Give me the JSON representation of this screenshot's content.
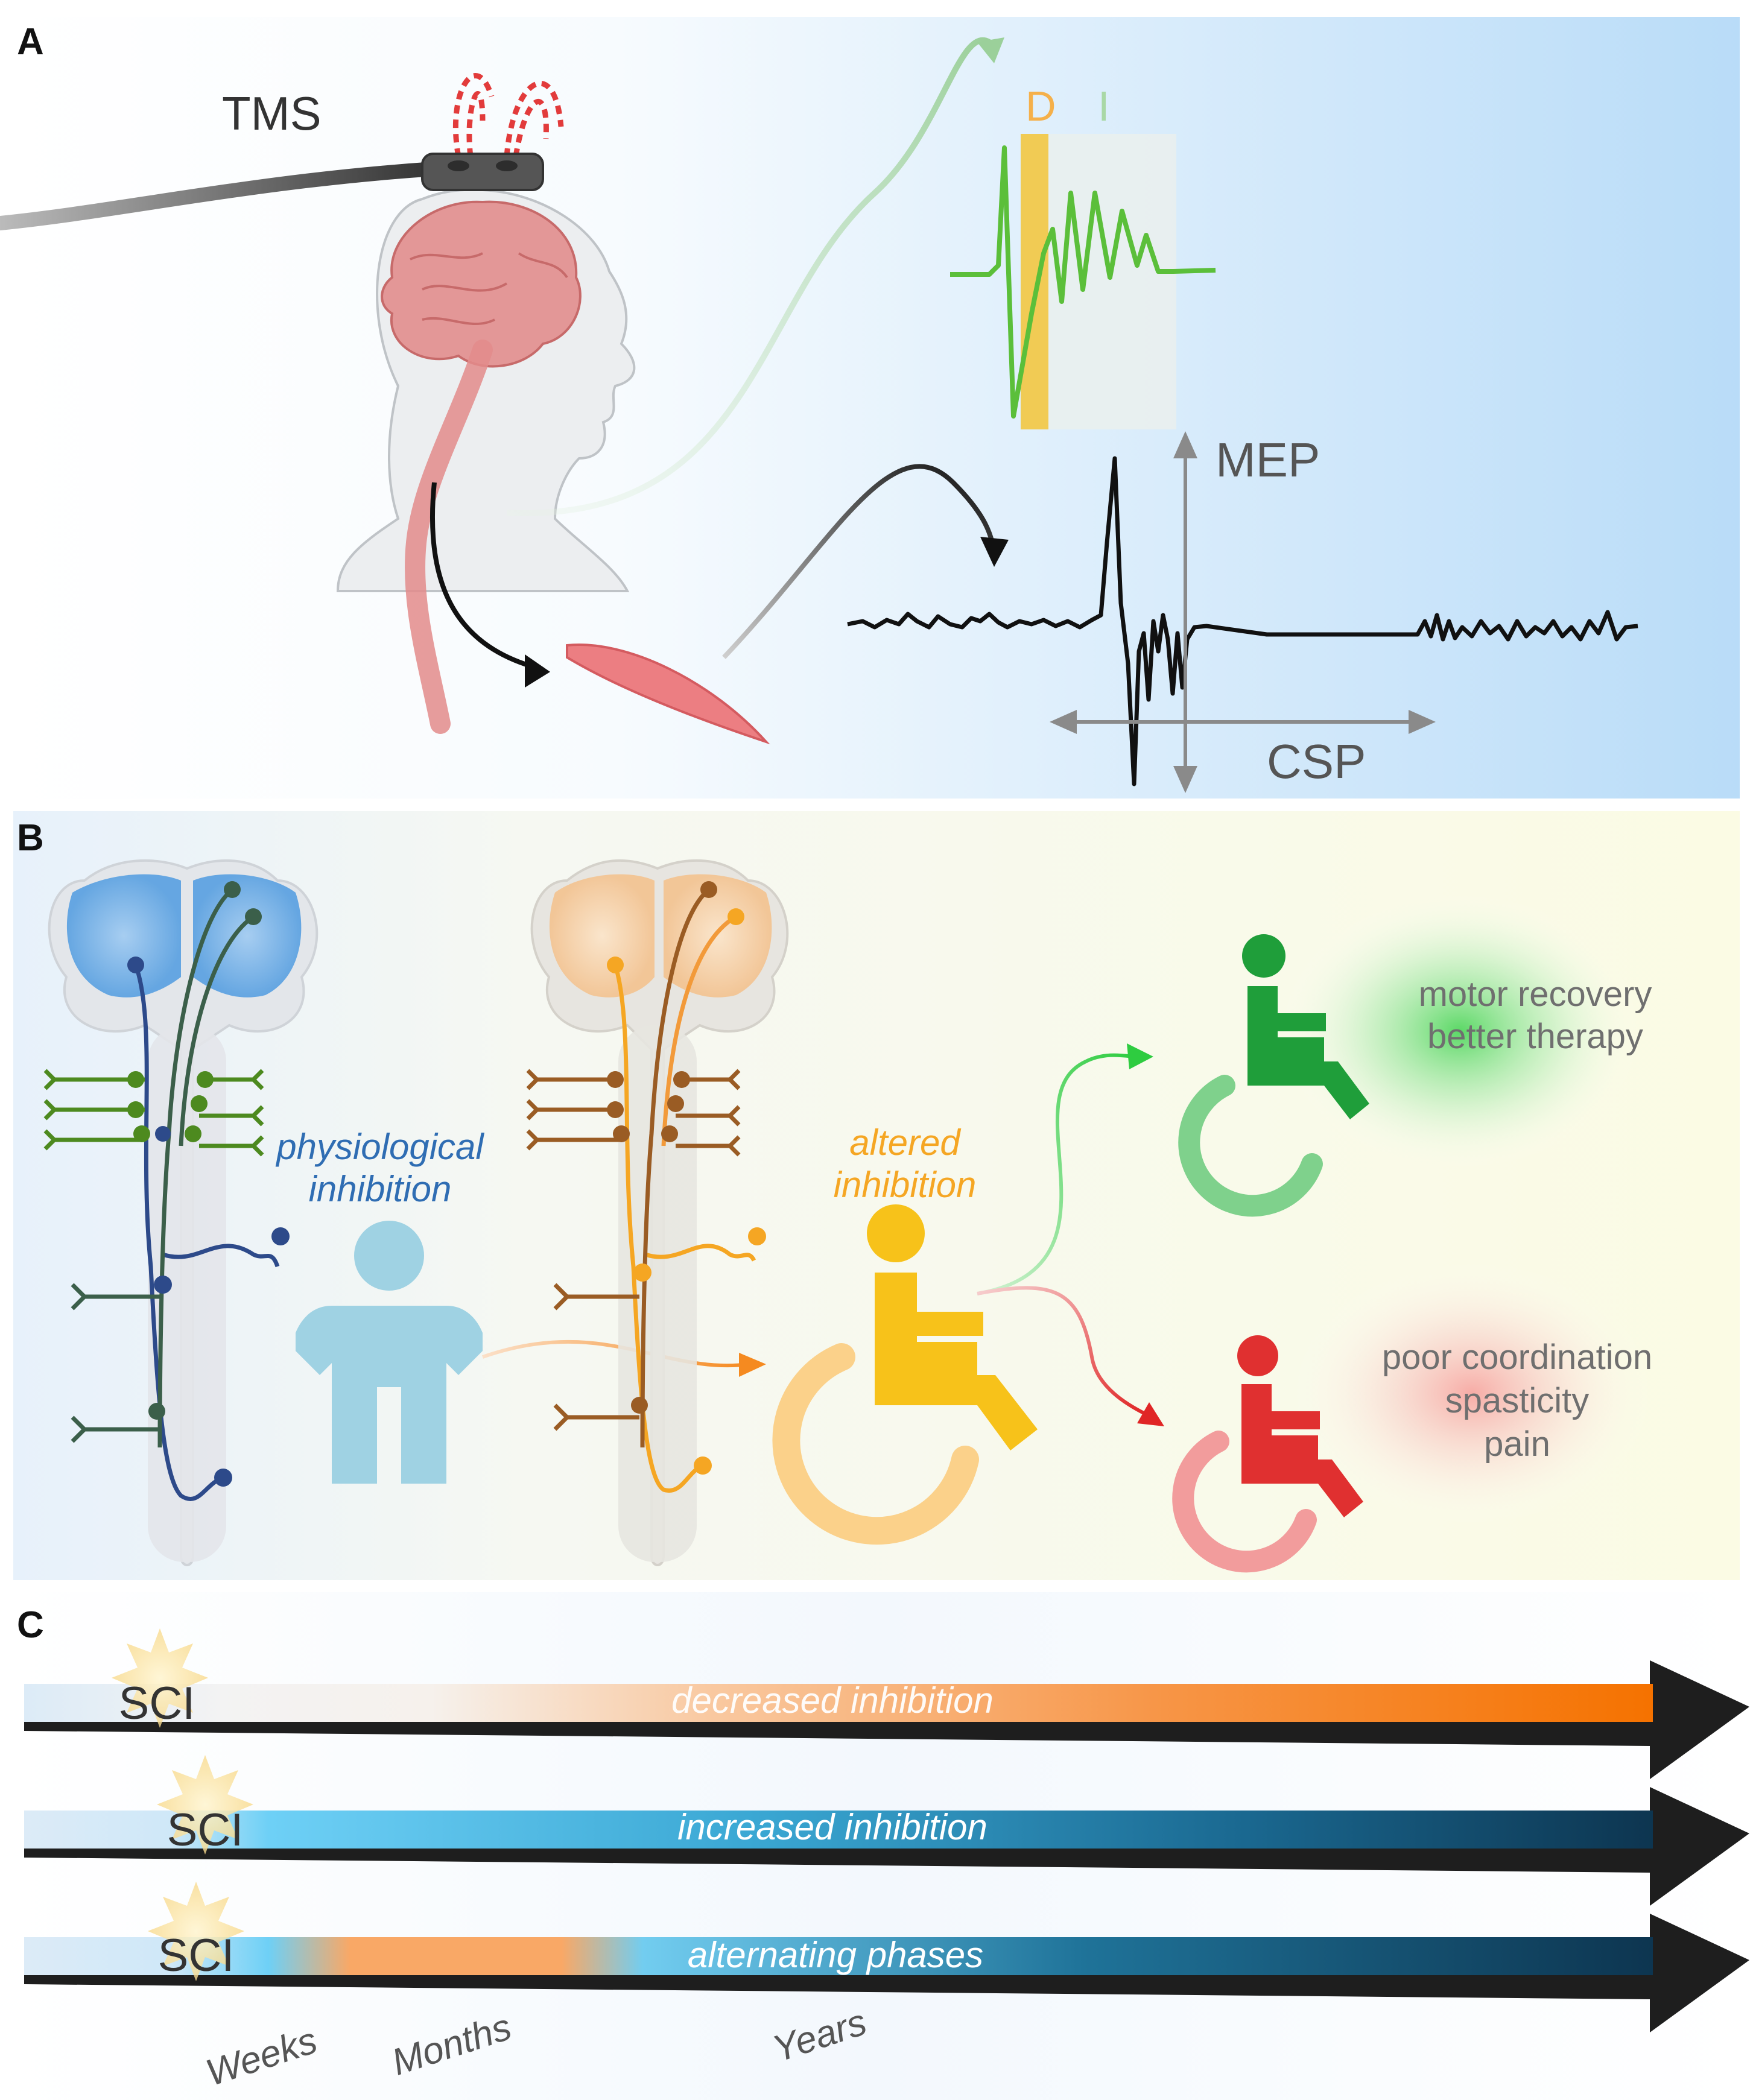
{
  "panels": {
    "a": {
      "letter": "A",
      "tms_label": "TMS",
      "wave_labels": {
        "d": "D",
        "i": "I"
      },
      "mep_label": "MEP",
      "csp_label": "CSP"
    },
    "b": {
      "letter": "B",
      "physiological": {
        "line1": "physiological",
        "line2": "inhibition"
      },
      "altered": {
        "line1": "altered",
        "line2": "inhibition"
      },
      "good_outcome": {
        "line1": "motor recovery",
        "line2": "better therapy"
      },
      "bad_outcome": {
        "line1": "poor coordination",
        "line2": "spasticity",
        "line3": "pain"
      }
    },
    "c": {
      "letter": "C",
      "timelines": [
        {
          "marker": "SCI",
          "label": "decreased inhibition"
        },
        {
          "marker": "SCI",
          "label": "increased inhibition"
        },
        {
          "marker": "SCI",
          "label": "alternating phases"
        }
      ],
      "time_axis": [
        "Weeks",
        "Months",
        "Years"
      ]
    }
  },
  "colors": {
    "panel_a_bg": "#cfe6fb",
    "panel_b_bg": "#fbfbe6",
    "physiological_text": "#2f6db3",
    "altered_text": "#f5a623",
    "good_outcome": "#1f9e3a",
    "bad_outcome": "#e03030",
    "decreased_bar": "#f57c00",
    "increased_bar": "#0f3b5c",
    "emg_trace": "#111111",
    "mep_wave": "#5bbf3a"
  }
}
